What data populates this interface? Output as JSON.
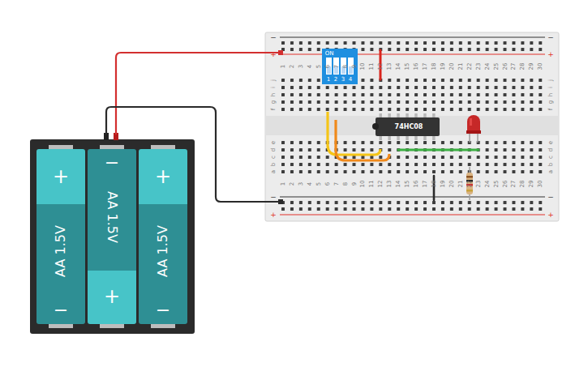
{
  "diagram": {
    "nodes": [
      {
        "text": [
          "+",
          "AA 1.5V",
          "−"
        ]
      },
      {
        "text": [
          "−",
          "AA 1.5V",
          "+"
        ]
      },
      {
        "text": [
          "+",
          "AA 1.5V",
          "−"
        ]
      },
      {
        "text": [
          "ON",
          "1",
          "2",
          "3",
          "4"
        ]
      },
      {
        "text": [
          "74HC08"
        ]
      }
    ],
    "labels": [
      "1",
      "2",
      "3",
      "4",
      "5",
      "6",
      "7",
      "8",
      "9",
      "10",
      "11",
      "12",
      "13",
      "14",
      "15",
      "16",
      "17",
      "18",
      "19",
      "20",
      "21",
      "22",
      "23",
      "24",
      "25",
      "26",
      "27",
      "28",
      "29",
      "30",
      "j",
      "i",
      "h",
      "g",
      "f",
      "j",
      "i",
      "h",
      "g",
      "f",
      "e",
      "d",
      "c",
      "b",
      "a",
      "e",
      "d",
      "c",
      "b",
      "a",
      "1",
      "2",
      "3",
      "4",
      "5",
      "6",
      "7",
      "8",
      "9",
      "10",
      "11",
      "12",
      "13",
      "14",
      "15",
      "16",
      "17",
      "18",
      "19",
      "20",
      "21",
      "22",
      "23",
      "24",
      "25",
      "26",
      "27",
      "28",
      "29",
      "30",
      "−",
      "+",
      "−",
      "+",
      "−",
      "+",
      "−",
      "+"
    ]
  }
}
